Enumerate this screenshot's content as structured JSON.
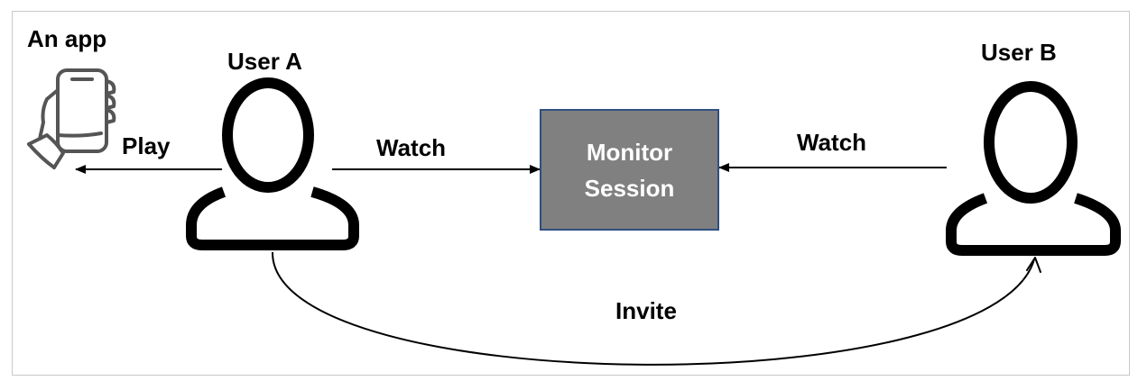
{
  "labels": {
    "app": "An app",
    "user_a": "User A",
    "user_b": "User B",
    "play": "Play",
    "watch_a": "Watch",
    "watch_b": "Watch",
    "invite": "Invite"
  },
  "monitor": {
    "text": "Monitor\nSession"
  },
  "colors": {
    "box_fill": "#808080",
    "box_border": "#2f4f7f",
    "line": "#000000",
    "icon": "#555555"
  }
}
